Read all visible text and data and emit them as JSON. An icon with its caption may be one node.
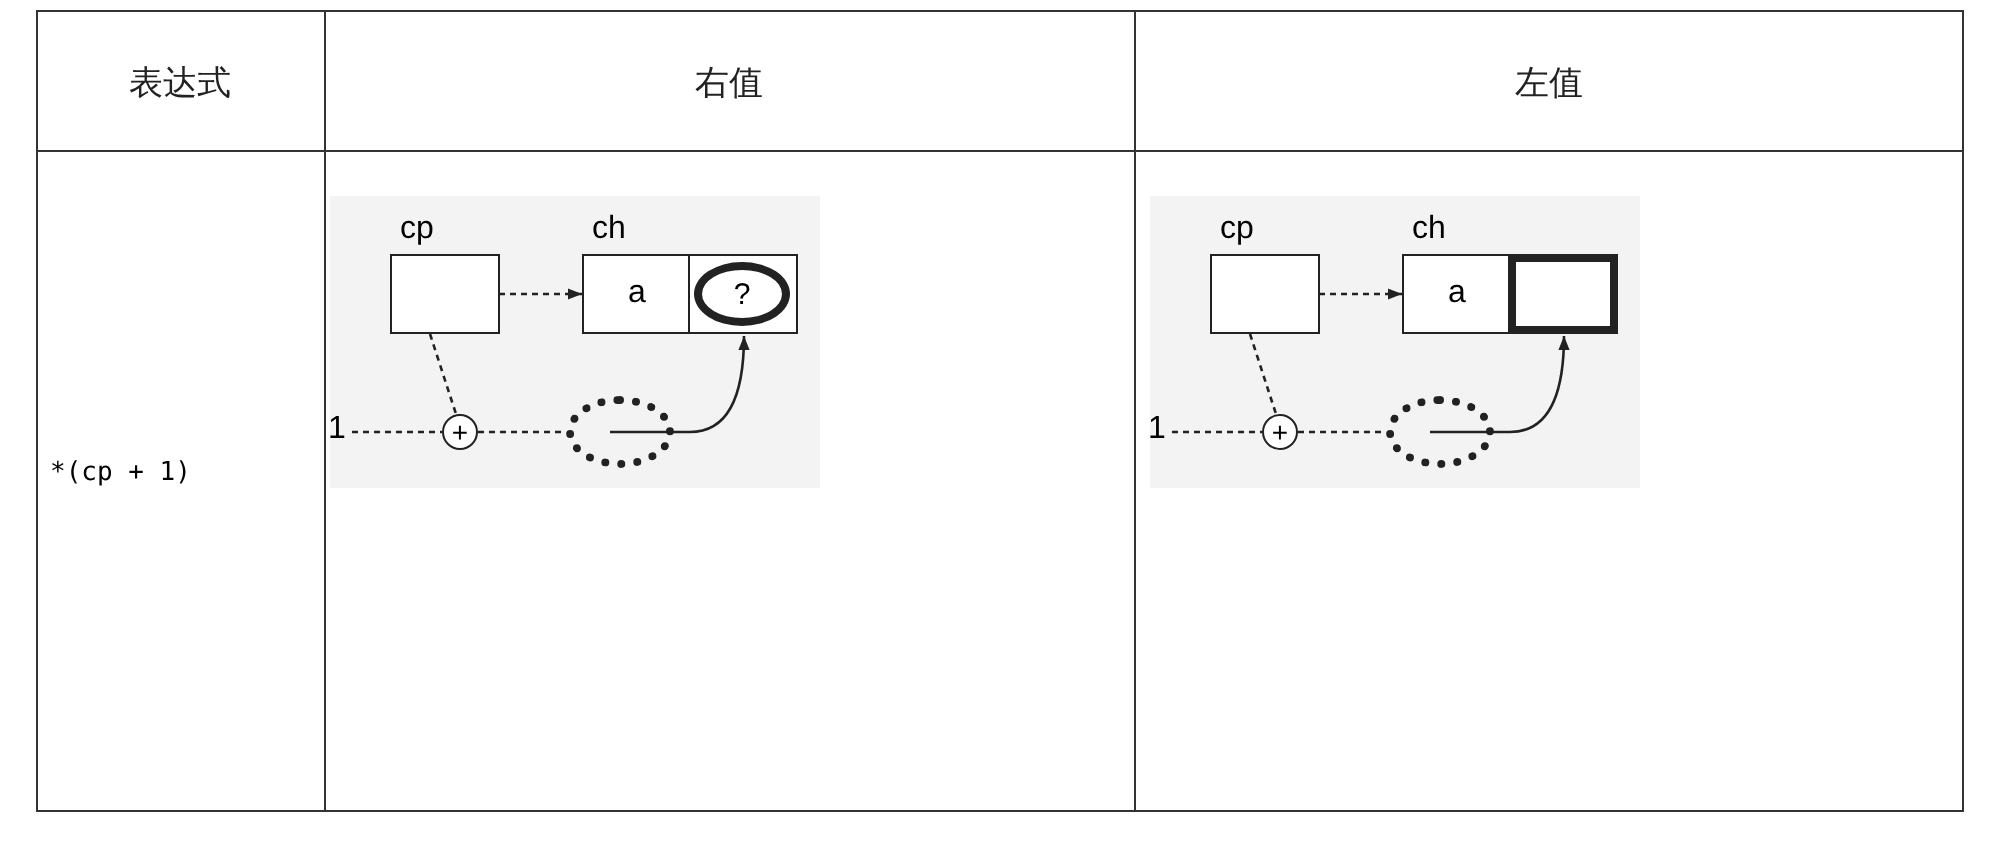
{
  "diagram": {
    "nodes": [
      {
        "text": [
          "cp"
        ]
      },
      {
        "text": [
          "ch"
        ]
      },
      {
        "text": [
          "a"
        ],
        "in": 1
      },
      {
        "text": [
          "?"
        ],
        "in": 1
      },
      {
        "text": [
          "1"
        ]
      },
      {
        "text": [
          "+"
        ]
      },
      {
        "text": [],
        "shape": "ellipse"
      },
      {
        "text": [
          "cp"
        ]
      },
      {
        "text": [
          "ch"
        ]
      },
      {
        "text": [
          "a"
        ],
        "in": 8
      },
      {
        "text": [],
        "shape": "box",
        "in": 8
      },
      {
        "text": [
          "1"
        ]
      },
      {
        "text": [
          "+"
        ]
      },
      {
        "text": [],
        "shape": "ellipse"
      }
    ],
    "edges": [
      {
        "from": 0,
        "to": 2,
        "arrow": "to",
        "style": "dashed"
      },
      {
        "from": 4,
        "to": 5,
        "arrow": "none",
        "style": "dashed"
      },
      {
        "from": 0,
        "to": 5,
        "arrow": "none",
        "style": "dashed"
      },
      {
        "from": 5,
        "to": 6,
        "arrow": "none",
        "style": "dashed"
      },
      {
        "from": 6,
        "to": 3,
        "arrow": "to"
      },
      {
        "from": 7,
        "to": 9,
        "arrow": "to",
        "style": "dashed"
      },
      {
        "from": 11,
        "to": 12,
        "arrow": "none",
        "style": "dashed"
      },
      {
        "from": 7,
        "to": 12,
        "arrow": "none",
        "style": "dashed"
      },
      {
        "from": 12,
        "to": 13,
        "arrow": "none",
        "style": "dashed"
      },
      {
        "from": 13,
        "to": 10,
        "arrow": "to"
      }
    ],
    "labels": [
      "表达式",
      "右值",
      "左值",
      "*(cp + 1)"
    ]
  }
}
